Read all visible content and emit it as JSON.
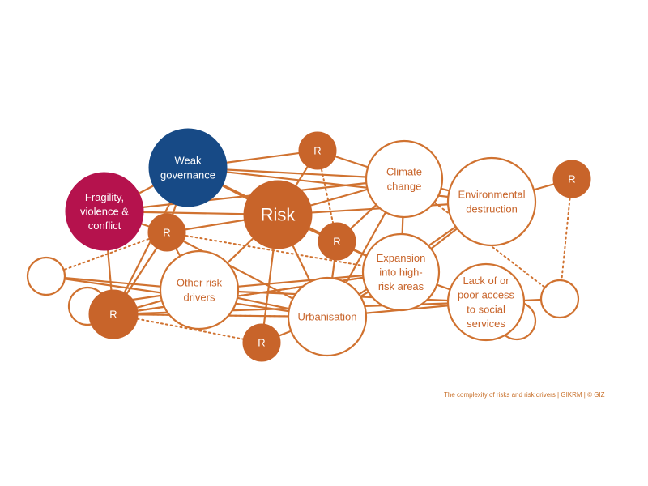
{
  "colors": {
    "accent": "#d07230",
    "filled": "#c8642a",
    "governance": "#174a86",
    "fragility": "#b5124d",
    "outline_fill": "#ffffff",
    "text_on_outline": "#c8642a",
    "text_on_filled": "#ffffff"
  },
  "nodes": [
    {
      "id": "weak-governance",
      "lines": [
        "Weak",
        "governance"
      ],
      "style": "governance"
    },
    {
      "id": "fragility",
      "lines": [
        "Fragility,",
        "violence &",
        "conflict"
      ],
      "style": "fragility"
    },
    {
      "id": "risk",
      "lines": [
        "Risk"
      ],
      "style": "filled"
    },
    {
      "id": "r-top",
      "lines": [
        "R"
      ],
      "style": "filled"
    },
    {
      "id": "r-left",
      "lines": [
        "R"
      ],
      "style": "filled"
    },
    {
      "id": "r-center",
      "lines": [
        "R"
      ],
      "style": "filled"
    },
    {
      "id": "r-bottom-left",
      "lines": [
        "R"
      ],
      "style": "filled"
    },
    {
      "id": "r-bottom",
      "lines": [
        "R"
      ],
      "style": "filled"
    },
    {
      "id": "r-right",
      "lines": [
        "R"
      ],
      "style": "filled"
    },
    {
      "id": "climate-change",
      "lines": [
        "Climate",
        "change"
      ],
      "style": "outline"
    },
    {
      "id": "environmental-destruction",
      "lines": [
        "Environmental",
        "destruction"
      ],
      "style": "outline"
    },
    {
      "id": "expansion",
      "lines": [
        "Expansion",
        "into high-",
        "risk areas"
      ],
      "style": "outline"
    },
    {
      "id": "lack-of-access",
      "lines": [
        "Lack of or",
        "poor access",
        "to social",
        "services"
      ],
      "style": "outline"
    },
    {
      "id": "other-risk-drivers",
      "lines": [
        "Other risk",
        "drivers"
      ],
      "style": "outline"
    },
    {
      "id": "urbanisation",
      "lines": [
        "Urbanisation"
      ],
      "style": "outline"
    },
    {
      "id": "empty-left",
      "lines": [],
      "style": "outline"
    },
    {
      "id": "empty-left2",
      "lines": [],
      "style": "outline"
    },
    {
      "id": "empty-right",
      "lines": [],
      "style": "outline"
    },
    {
      "id": "empty-lack-back",
      "lines": [],
      "style": "outline"
    }
  ],
  "caption": "The complexity  of risks and risk drivers  |  GIKRM  |  © GIZ"
}
